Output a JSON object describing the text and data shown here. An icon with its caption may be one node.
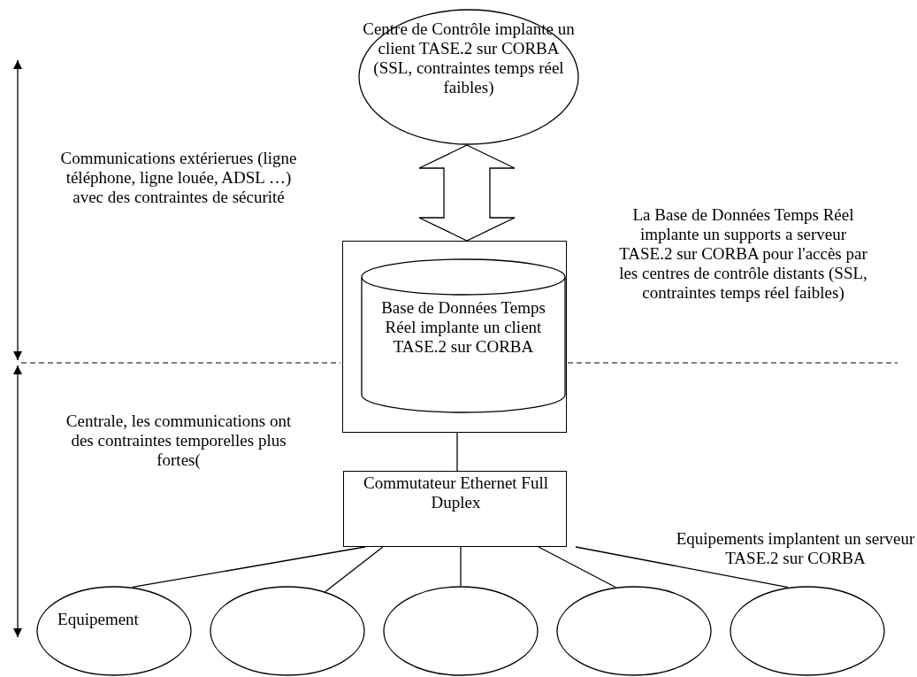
{
  "diagram": {
    "nodes": [
      {
        "text": [
          "Centre de Contrôle implante un client TASE.2 sur CORBA (SSL, contraintes temps réel faibles)"
        ]
      },
      {
        "text": [],
        "shape": "box",
        "beside": [
          "La Base de Données Temps Réel implante un supports a serveur TASE.2 sur CORBA pour l'accès par les centres de contrôle distants (SSL, contraintes temps réel faibles)"
        ]
      },
      {
        "text": [
          "Base de Données Temps Réel implante un client TASE.2 sur CORBA"
        ],
        "in": 1
      },
      {
        "text": [
          "Commutateur Ethernet Full Duplex"
        ]
      },
      {
        "text": [
          "Equipement"
        ]
      },
      {
        "text": [],
        "shape": "ellipse"
      },
      {
        "text": [],
        "shape": "ellipse"
      },
      {
        "text": [],
        "shape": "ellipse"
      },
      {
        "text": [],
        "shape": "ellipse"
      }
    ],
    "edges": [
      {
        "from": 0,
        "to": 1,
        "arrow": "both"
      },
      {
        "from": 1,
        "to": 3,
        "arrow": "none"
      },
      {
        "from": 3,
        "to": 4,
        "arrow": "none"
      },
      {
        "from": 3,
        "to": 5,
        "arrow": "none"
      },
      {
        "from": 3,
        "to": 6,
        "arrow": "none"
      },
      {
        "from": 3,
        "to": 7,
        "arrow": "none"
      },
      {
        "from": 3,
        "to": 8,
        "arrow": "none"
      }
    ],
    "labels": [
      "Communications extérierues (ligne téléphone, ligne louée, ADSL …) avec des contraintes de sécurité",
      "Centrale, les communications ont des contraintes temporelles plus fortes(",
      "Equipements implantent un serveur TASE.2 sur CORBA"
    ]
  }
}
